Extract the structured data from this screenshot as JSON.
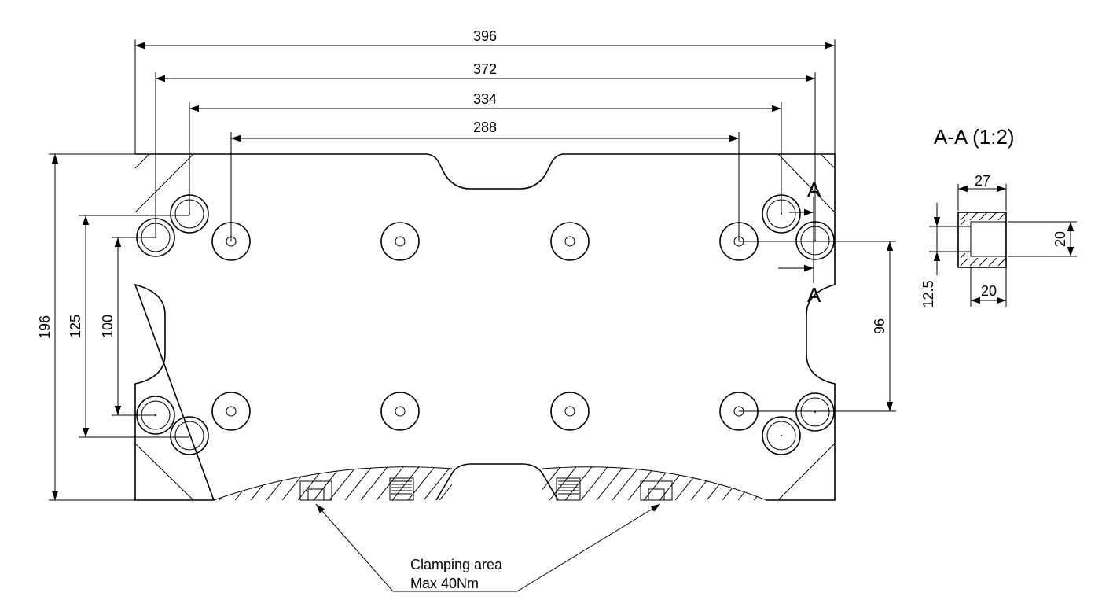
{
  "dimensions": {
    "overall_width": "396",
    "hole_span_outer": "372",
    "hole_span_inner": "334",
    "pin_span": "288",
    "overall_height": "196",
    "left_vertical_outer": "125",
    "left_vertical_inner": "100",
    "right_vertical": "96"
  },
  "section": {
    "title": "A-A (1:2)",
    "marker_top": "A",
    "marker_bottom": "A",
    "width_top": "27",
    "height_right": "20",
    "width_bottom": "20",
    "height_left": "12.5"
  },
  "annotation": {
    "line1": "Clamping area",
    "line2": "Max 40Nm"
  }
}
